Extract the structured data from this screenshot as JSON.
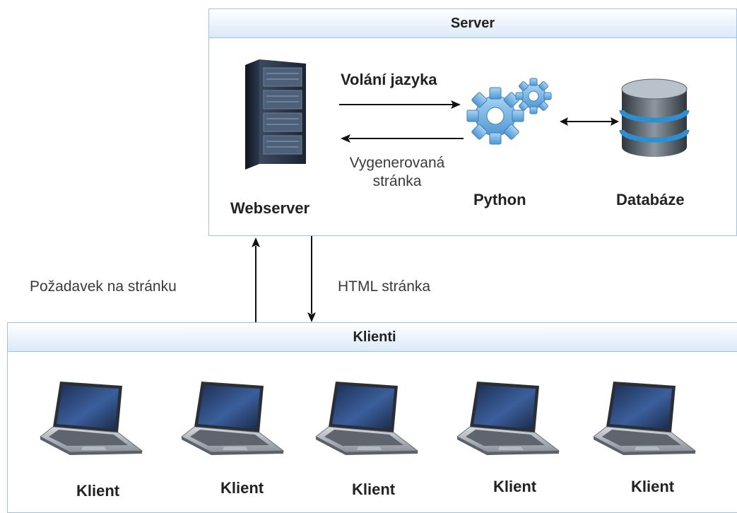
{
  "server": {
    "title": "Server",
    "webserver_label": "Webserver",
    "python_label": "Python",
    "database_label": "Databáze",
    "call_label": "Volání jazyka",
    "generated_line1": "Vygenerovaná",
    "generated_line2": "stránka"
  },
  "flow": {
    "request_label": "Požadavek na stránku",
    "response_label": "HTML stránka"
  },
  "clients": {
    "title": "Klienti",
    "items": [
      {
        "label": "Klient",
        "icon": "laptop-icon"
      },
      {
        "label": "Klient",
        "icon": "laptop-icon"
      },
      {
        "label": "Klient",
        "icon": "laptop-icon"
      },
      {
        "label": "Klient",
        "icon": "laptop-icon"
      },
      {
        "label": "Klient",
        "icon": "laptop-icon"
      }
    ]
  },
  "colors": {
    "container_border": "#9fc3e6",
    "header_gradient_bottom": "#dbe9f8",
    "gear": "#7fb8e6",
    "server_rack": "#1f2a3a",
    "database": "#5e6a76",
    "database_ring": "#2e8fd0"
  }
}
